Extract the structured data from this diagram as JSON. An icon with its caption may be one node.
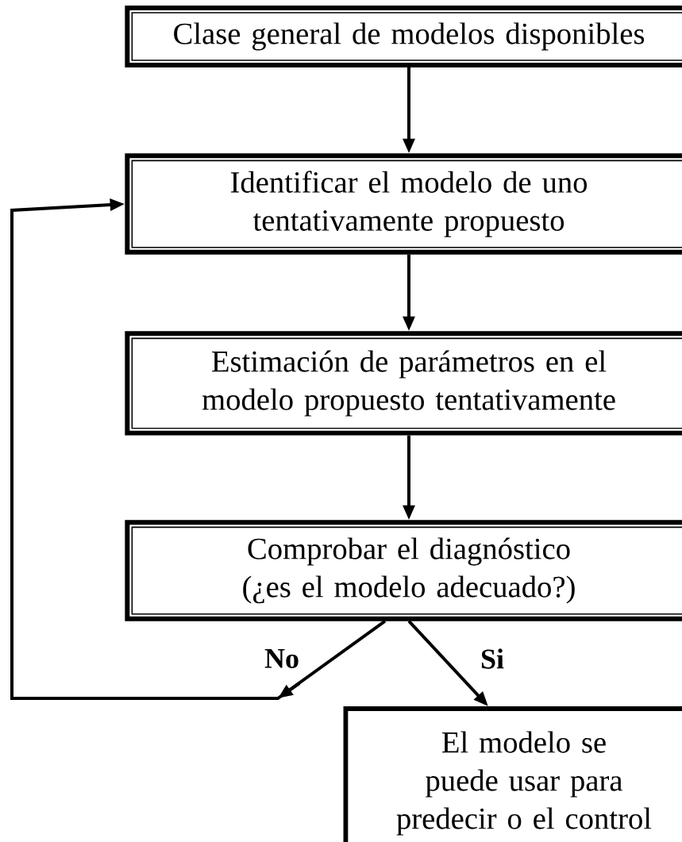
{
  "diagram": {
    "nodes": [
      {
        "text": [
          "Clase general de modelos disponibles"
        ]
      },
      {
        "text": [
          "Identificar el modelo de uno tentativamente propuesto"
        ]
      },
      {
        "text": [
          "Estimación de parámetros en el modelo propuesto tentativamente"
        ]
      },
      {
        "text": [
          "Comprobar el diagnóstico (¿es el modelo adecuado?)"
        ]
      },
      {
        "text": [
          "El modelo se puede usar para predecir o el control"
        ]
      }
    ],
    "edges": [
      {
        "from": 0,
        "to": 1,
        "arrow": "to"
      },
      {
        "from": 1,
        "to": 2,
        "arrow": "to"
      },
      {
        "from": 2,
        "to": 3,
        "arrow": "to"
      },
      {
        "from": 3,
        "to": 1,
        "arrow": "to",
        "label": "No"
      },
      {
        "from": 3,
        "to": 4,
        "arrow": "to",
        "label": "Si"
      }
    ]
  }
}
